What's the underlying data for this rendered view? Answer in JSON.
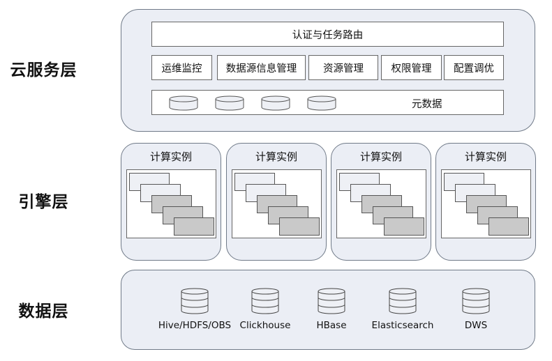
{
  "layers": {
    "cloud": {
      "label": "云服务层",
      "top_bar": "认证与任务路由",
      "modules": [
        "运维监控",
        "数据源信息管理",
        "资源管理",
        "权限管理",
        "配置调优"
      ],
      "metadata_label": "元数据"
    },
    "engine": {
      "label": "引擎层",
      "instances": [
        {
          "title": "计算实例"
        },
        {
          "title": "计算实例"
        },
        {
          "title": "计算实例"
        },
        {
          "title": "计算实例"
        }
      ]
    },
    "data": {
      "label": "数据层",
      "sources": [
        "Hive/HDFS/OBS",
        "Clickhouse",
        "HBase",
        "Elasticsearch",
        "DWS"
      ]
    }
  },
  "colors": {
    "panel_fill": "#ebeef5",
    "panel_border": "#707a88",
    "sheet_light": "#eef0f5",
    "sheet_dark": "#c9c9c9"
  },
  "icons": {
    "metadata": "database-cylinder-icon",
    "data_source": "database-stack-icon"
  }
}
